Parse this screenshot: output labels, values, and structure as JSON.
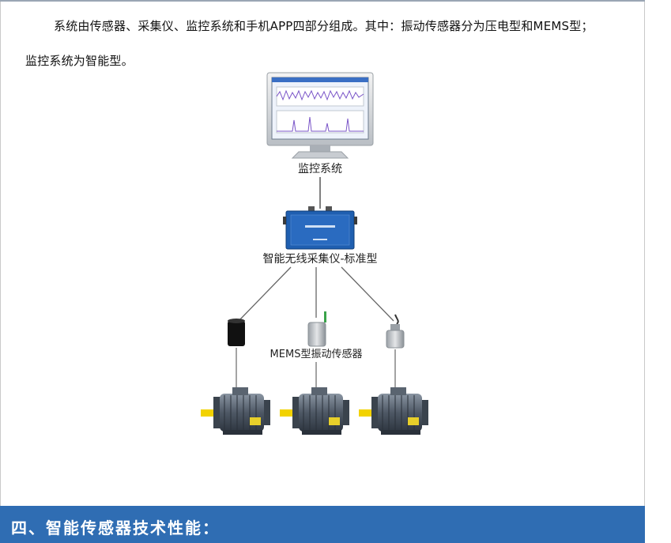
{
  "doc": {
    "paragraph_1": "系统由传感器、采集仪、监控系统和手机APP四部分组成。其中：振动传感器分为压电型和MEMS型；",
    "paragraph_2": "监控系统为智能型。"
  },
  "diagram": {
    "monitor_label": "监控系统",
    "collector_label": "智能无线采集仪-标准型",
    "sensor_label": "MEMS型振动传感器"
  },
  "section": {
    "title": "四、智能传感器技术性能："
  },
  "colors": {
    "section_bar": "#2f6db3",
    "motor_body": "#5a6470",
    "motor_accent": "#f2d200",
    "collector_blue": "#1f5fb0"
  }
}
